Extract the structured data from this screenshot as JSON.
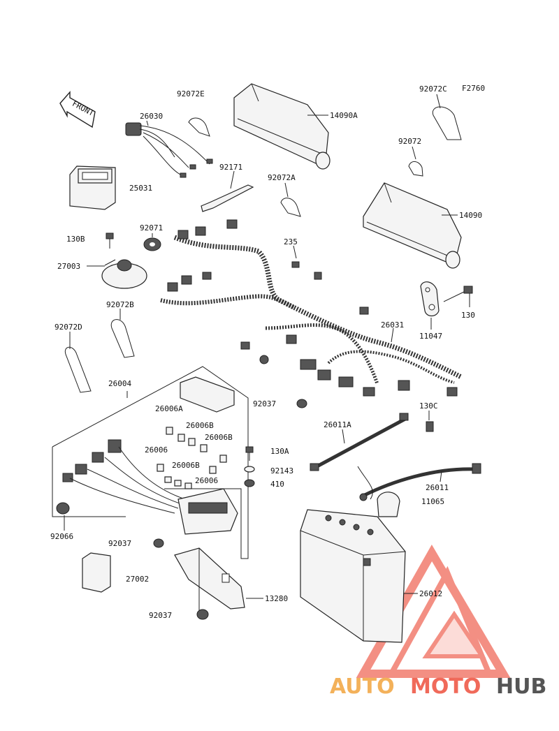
{
  "figure_code": "F2760",
  "front_label": "FRONT",
  "labels": {
    "p92072E": "92072E",
    "p26030": "26030",
    "p14090A": "14090A",
    "p92072C": "92072C",
    "p92072": "92072",
    "p92171": "92171",
    "p92072A": "92072A",
    "p25031": "25031",
    "p14090": "14090",
    "p92071": "92071",
    "p130B": "130B",
    "p27003": "27003",
    "p235": "235",
    "p130": "130",
    "p11047": "11047",
    "p92072B": "92072B",
    "p92072D": "92072D",
    "p26031": "26031",
    "p26004": "26004",
    "p26006A": "26006A",
    "p92037a": "92037",
    "p130C": "130C",
    "p26006B_1": "26006B",
    "p26011A": "26011A",
    "p26006B_2": "26006B",
    "p26006": "26006",
    "p130A": "130A",
    "p26006B_3": "26006B",
    "p92143": "92143",
    "p26006_2": "26006",
    "p410": "410",
    "p26011": "26011",
    "p11065": "11065",
    "p92066": "92066",
    "p92037b": "92037",
    "p27002": "27002",
    "p26012": "26012",
    "p13280": "13280",
    "p92037c": "92037"
  },
  "watermark": {
    "part1": "AUTO",
    "part2": "MOTO",
    "part3": "HUB"
  },
  "colors": {
    "line": "#222222",
    "watermark_red": "#f06a5a",
    "watermark_orange": "#f3b15a",
    "watermark_gray": "#555555"
  }
}
